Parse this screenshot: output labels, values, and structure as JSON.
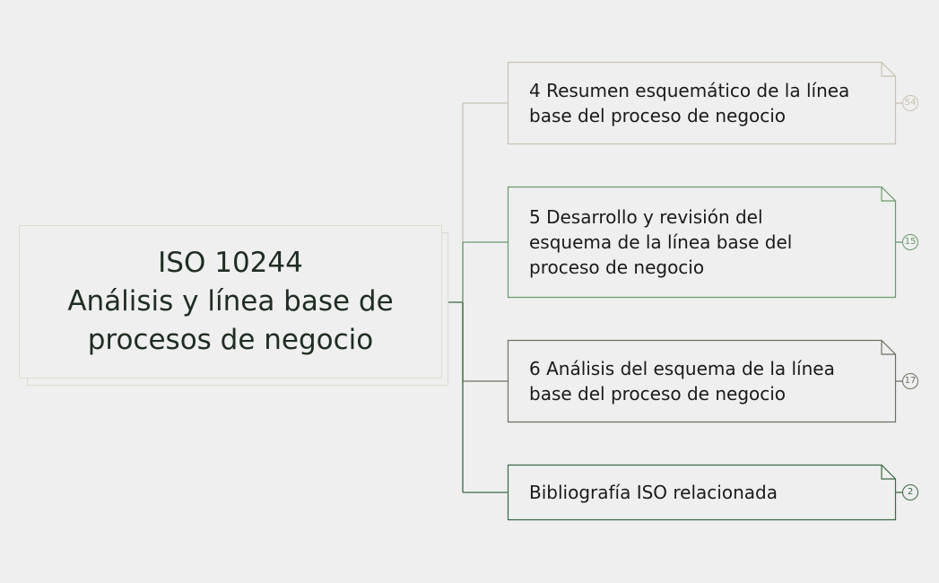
{
  "root": {
    "lines": [
      "ISO 10244",
      "Análisis y línea base de",
      "procesos de negocio"
    ]
  },
  "topics": [
    {
      "title": "4 Resumen esquemático de la línea\nbase del proceso de negocio",
      "count": "54",
      "color": "#c8c2b2"
    },
    {
      "title": "5 Desarrollo y revisión del\nesquema de la línea base del\nproceso de negocio",
      "count": "15",
      "color": "#6a9a6d"
    },
    {
      "title": "6 Análisis del esquema de la línea\nbase del proceso de negocio",
      "count": "17",
      "color": "#6b7362"
    },
    {
      "title": "Bibliografía ISO relacionada",
      "count": "2",
      "color": "#3c6a45"
    }
  ]
}
